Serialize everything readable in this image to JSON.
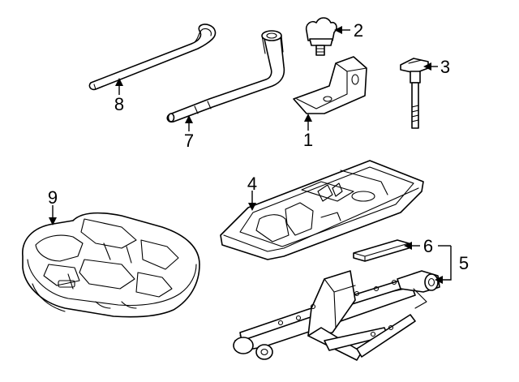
{
  "callouts": [
    {
      "id": "1",
      "label": "1",
      "part": "jack-bracket"
    },
    {
      "id": "2",
      "label": "2",
      "part": "wing-nut"
    },
    {
      "id": "3",
      "label": "3",
      "part": "hold-down-bolt"
    },
    {
      "id": "4",
      "label": "4",
      "part": "tool-tray"
    },
    {
      "id": "5",
      "label": "5",
      "part": "jack-assembly"
    },
    {
      "id": "6",
      "label": "6",
      "part": "jack-pad"
    },
    {
      "id": "7",
      "label": "7",
      "part": "lug-wrench"
    },
    {
      "id": "8",
      "label": "8",
      "part": "jack-handle"
    },
    {
      "id": "9",
      "label": "9",
      "part": "foam-tool-holder"
    }
  ],
  "colors": {
    "line": "#000000",
    "fill": "#ffffff"
  }
}
